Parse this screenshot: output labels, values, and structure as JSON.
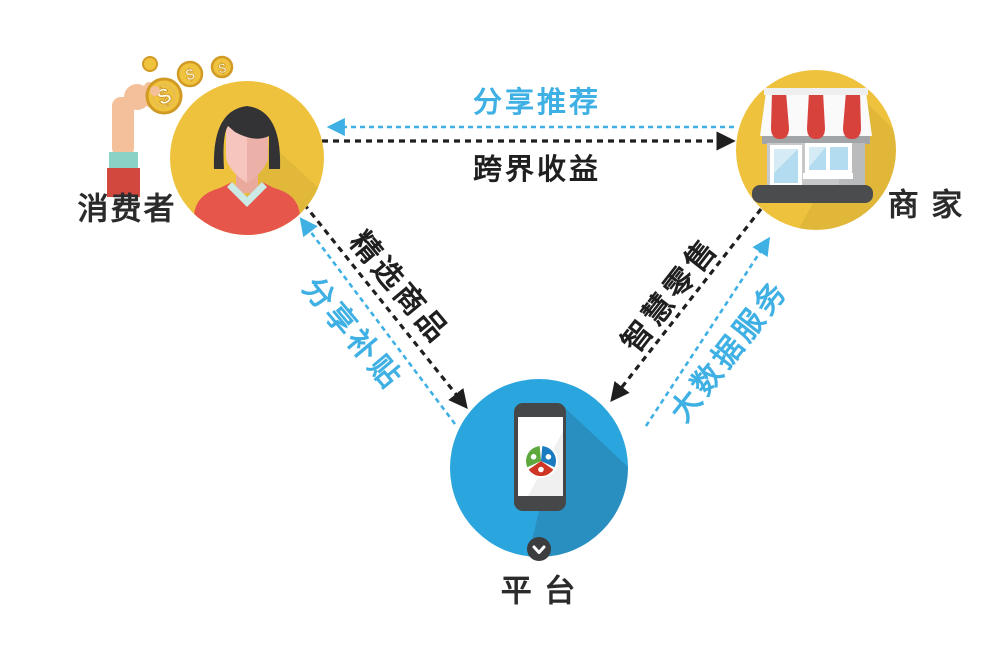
{
  "diagram": {
    "background": "#ffffff",
    "nodes": {
      "consumer": {
        "label": "消费者",
        "icon": "person-avatar-icon",
        "circle_color": "#EFC23E"
      },
      "merchant": {
        "label": "商 家",
        "icon": "storefront-icon",
        "circle_color": "#EFC23E"
      },
      "platform": {
        "label": "平 台",
        "icon": "smartphone-icon",
        "circle_color": "#2BA5DD"
      }
    },
    "edges": {
      "consumer_merchant": {
        "to_consumer": {
          "label": "分享推荐",
          "color": "#3FB0E4",
          "style": "dashed",
          "direction": "merchant->consumer"
        },
        "to_merchant": {
          "label": "跨界收益",
          "color": "#1F1F1F",
          "style": "dashed",
          "direction": "consumer->merchant"
        }
      },
      "consumer_platform": {
        "to_platform": {
          "label": "精选商品",
          "color": "#1F1F1F",
          "style": "dashed",
          "direction": "consumer->platform"
        },
        "to_consumer": {
          "label": "分享补贴",
          "color": "#3FB0E4",
          "style": "dashed",
          "direction": "platform->consumer"
        }
      },
      "merchant_platform": {
        "to_platform": {
          "label": "智慧零售",
          "color": "#1F1F1F",
          "style": "dashed",
          "direction": "merchant->platform"
        },
        "to_merchant": {
          "label": "大数据服务",
          "color": "#3FB0E4",
          "style": "dashed",
          "direction": "platform->merchant"
        }
      }
    },
    "decor": {
      "coin_symbol": "$",
      "icons": [
        "hand-coins-icon",
        "dollar-coin-icon",
        "chevron-down-icon",
        "globe-people-logo-icon"
      ]
    }
  }
}
